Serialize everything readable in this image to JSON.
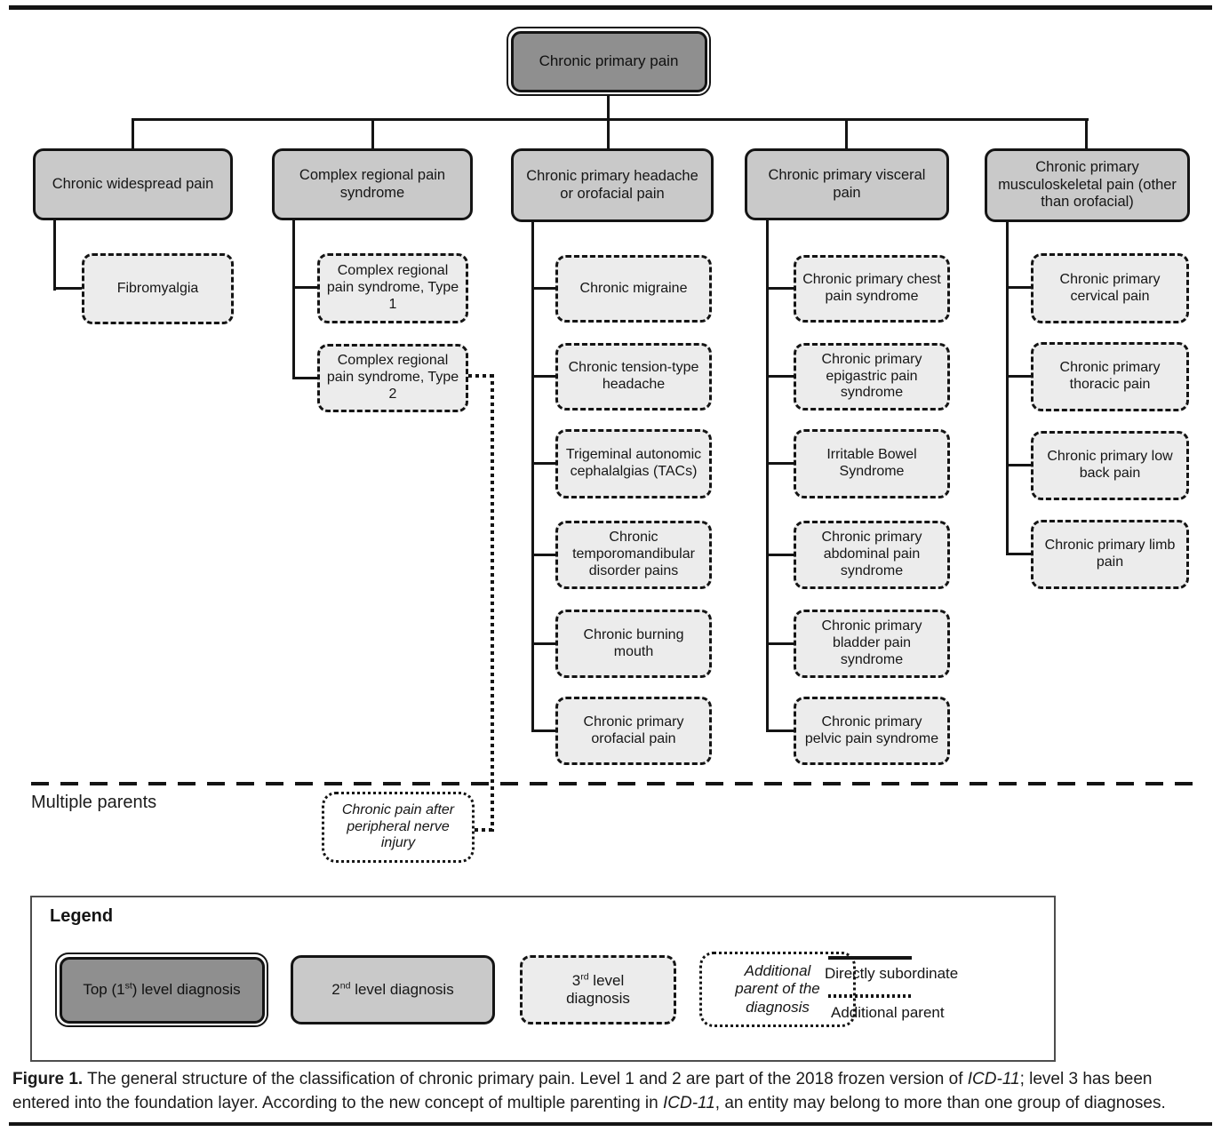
{
  "figure": {
    "root": "Chronic primary pain",
    "level2": [
      "Chronic widespread pain",
      "Complex regional pain syndrome",
      "Chronic primary headache or orofacial pain",
      "Chronic primary visceral pain",
      "Chronic primary musculoskeletal pain (other than orofacial)"
    ],
    "widespread_children": [
      "Fibromyalgia"
    ],
    "crps_children": [
      "Complex regional pain syndrome, Type 1",
      "Complex regional pain syndrome, Type 2"
    ],
    "headache_children": [
      "Chronic migraine",
      "Chronic tension-type headache",
      "Trigeminal autonomic cephalalgias (TACs)",
      "Chronic temporomandibular disorder pains",
      "Chronic burning mouth",
      "Chronic primary orofacial pain"
    ],
    "visceral_children": [
      "Chronic primary chest pain syndrome",
      "Chronic primary epigastric pain syndrome",
      "Irritable Bowel Syndrome",
      "Chronic primary abdominal pain syndrome",
      "Chronic primary bladder pain syndrome",
      "Chronic primary pelvic pain syndrome"
    ],
    "musculoskeletal_children": [
      "Chronic primary cervical pain",
      "Chronic primary thoracic pain",
      "Chronic primary low back pain",
      "Chronic primary limb pain"
    ],
    "multiple_parents_label": "Multiple parents",
    "additional_parent_node": "Chronic pain after peripheral nerve injury"
  },
  "legend": {
    "title": "Legend",
    "level1_parts": [
      {
        "t": "Top (1"
      },
      {
        "t": "st",
        "sup": true
      },
      {
        "t": ")  level diagnosis"
      }
    ],
    "level2_parts": [
      {
        "t": "2"
      },
      {
        "t": "nd",
        "sup": true
      },
      {
        "t": " level diagnosis"
      }
    ],
    "level3_parts": [
      {
        "t": "3"
      },
      {
        "t": "rd",
        "sup": true
      },
      {
        "t": " level"
      },
      {
        "br": true
      },
      {
        "t": "diagnosis"
      }
    ],
    "additional_parent_parts": [
      {
        "t": "Additional",
        "i": true
      },
      {
        "br": true
      },
      {
        "t": "parent of the",
        "i": true
      },
      {
        "br": true
      },
      {
        "t": "diagnosis",
        "i": true
      }
    ],
    "directly_subordinate": "Directly subordinate",
    "additional_parent": "Additional parent"
  },
  "caption": {
    "parts": [
      {
        "t": "Figure 1.",
        "b": true
      },
      {
        "t": " The general structure of the classification of chronic primary pain. Level 1 and 2 are part of the 2018 frozen version of "
      },
      {
        "t": "ICD-11",
        "i": true
      },
      {
        "t": "; level 3 has been entered into the foundation layer. According to the new concept of multiple parenting in "
      },
      {
        "t": "ICD-11",
        "i": true
      },
      {
        "t": ", an entity may belong to more than one group of diagnoses."
      }
    ]
  },
  "colors": {
    "level1_fill": "#8f8f8f",
    "level2_fill": "#c9c9c9",
    "level3_fill": "#ececec",
    "additional_parent_fill": "#ffffff",
    "line": "#141414"
  }
}
